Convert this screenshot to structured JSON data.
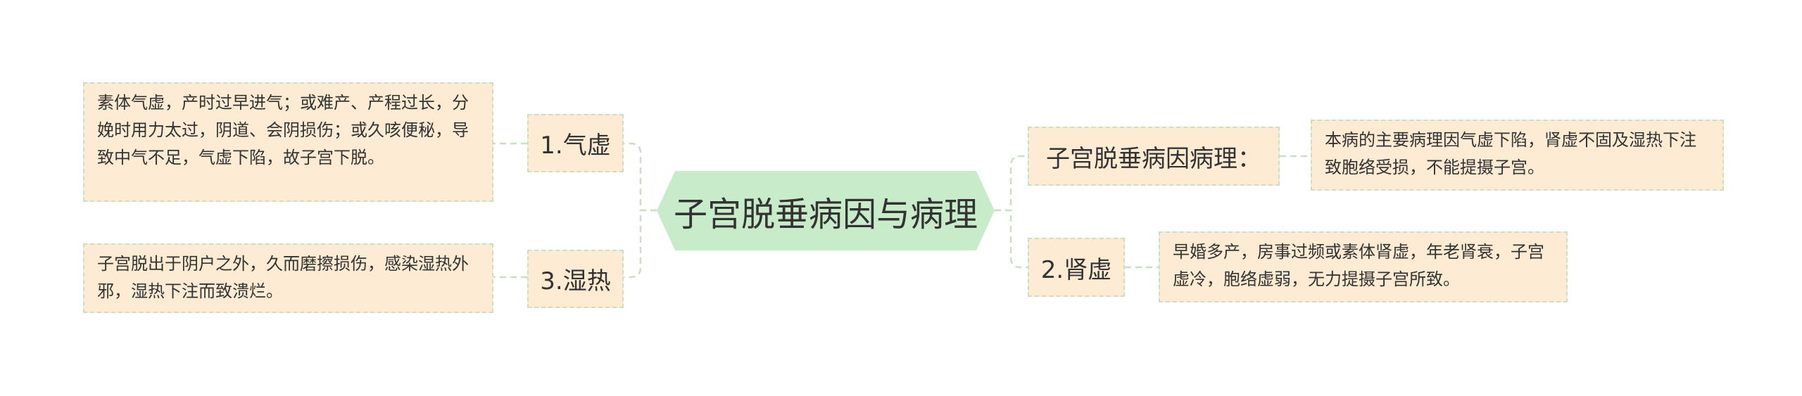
{
  "center": {
    "title": "子宫脱垂病因与病理"
  },
  "left": [
    {
      "label": "1.气虚",
      "detail": "素体气虚，产时过早进气；或难产、产程过长，分娩时用力太过，阴道、会阴损伤；或久咳便秘，导致中气不足，气虚下陷，故子宫下脱。"
    },
    {
      "label": "3.湿热",
      "detail": "子宫脱出于阴户之外，久而磨擦损伤，感染湿热外邪，湿热下注而致溃烂。"
    }
  ],
  "right": [
    {
      "label": "子宫脱垂病因病理：",
      "detail": "本病的主要病理因气虚下陷，肾虚不固及湿热下注致胞络受损，不能提摄子宫。"
    },
    {
      "label": "2.肾虚",
      "detail": "早婚多产，房事过频或素体肾虚，年老肾衰，子宫虚冷，胞络虚弱，无力提摄子宫所致。"
    }
  ],
  "colors": {
    "center_fill": "#c8ecc9",
    "node_fill": "#fdebd3",
    "connector": "#c9dfc6"
  }
}
